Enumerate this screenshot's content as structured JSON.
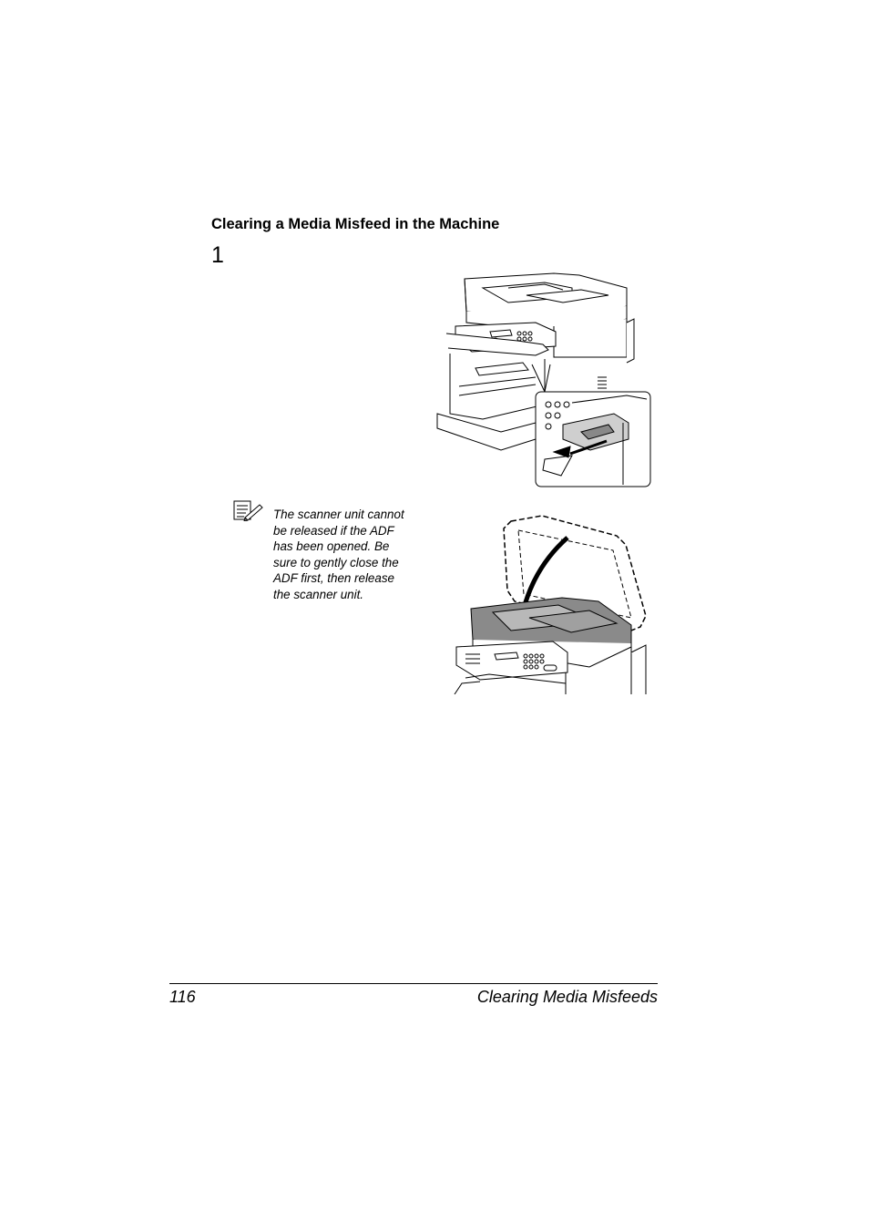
{
  "heading": "Clearing a Media Misfeed in the Machine",
  "step_number": "1",
  "note": {
    "icon": "note-pencil-icon",
    "lines": [
      "The scanner unit cannot",
      "be released if the ADF",
      "has been opened. Be",
      "sure to gently close the",
      "ADF first, then release",
      "the scanner unit."
    ]
  },
  "figures": {
    "release_scanner": "printer-release-scanner-illustration",
    "close_adf": "printer-close-adf-illustration"
  },
  "footer": {
    "page_number": "116",
    "section_title": "Clearing Media Misfeeds"
  }
}
